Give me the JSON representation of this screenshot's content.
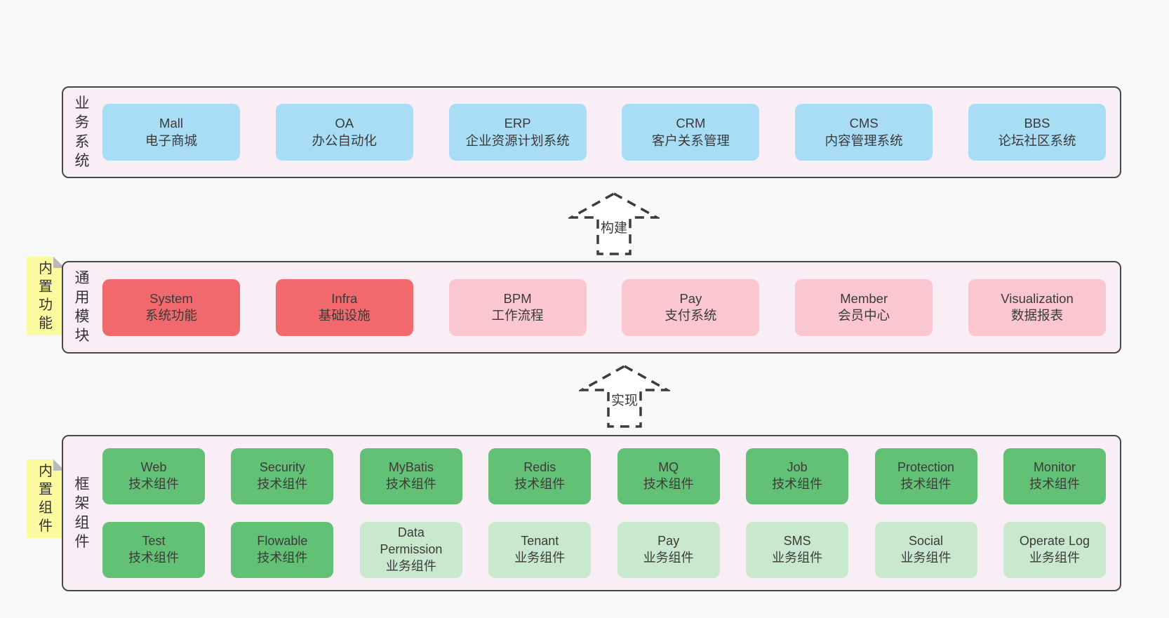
{
  "colors": {
    "page-bg": "#f8f8f8",
    "panel-bg": "#f9edf6",
    "panel-border": "#484848",
    "box-blue": "#a9dcf5",
    "box-red": "#f1696d",
    "box-pink": "#fac6d0",
    "box-green-dark": "#63c175",
    "box-green-light": "#c9e9cf",
    "sticky-bg": "#fbfa9e",
    "sticky-fold": "#b9b9b9",
    "text": "#3b3b3b",
    "arrow-stroke": "#3c3c3c",
    "arrow-fill": "#ffffff"
  },
  "arrows": [
    {
      "label": "构建"
    },
    {
      "label": "实现"
    }
  ],
  "panels": {
    "business": {
      "side_label": "业务系统",
      "boxes": [
        {
          "title": "Mall",
          "subtitle": "电子商城"
        },
        {
          "title": "OA",
          "subtitle": "办公自动化"
        },
        {
          "title": "ERP",
          "subtitle": "企业资源计划系统"
        },
        {
          "title": "CRM",
          "subtitle": "客户关系管理"
        },
        {
          "title": "CMS",
          "subtitle": "内容管理系统"
        },
        {
          "title": "BBS",
          "subtitle": "论坛社区系统"
        }
      ]
    },
    "modules": {
      "side_label": "通用模块",
      "sticky_note": "内置功能",
      "boxes": [
        {
          "title": "System",
          "subtitle": "系统功能"
        },
        {
          "title": "Infra",
          "subtitle": "基础设施"
        },
        {
          "title": "BPM",
          "subtitle": "工作流程"
        },
        {
          "title": "Pay",
          "subtitle": "支付系统"
        },
        {
          "title": "Member",
          "subtitle": "会员中心"
        },
        {
          "title": "Visualization",
          "subtitle": "数据报表"
        }
      ]
    },
    "components": {
      "side_label": "框架组件",
      "sticky_note": "内置组件",
      "rows": [
        [
          {
            "title": "Web",
            "subtitle": "技术组件"
          },
          {
            "title": "Security",
            "subtitle": "技术组件"
          },
          {
            "title": "MyBatis",
            "subtitle": "技术组件"
          },
          {
            "title": "Redis",
            "subtitle": "技术组件"
          },
          {
            "title": "MQ",
            "subtitle": "技术组件"
          },
          {
            "title": "Job",
            "subtitle": "技术组件"
          },
          {
            "title": "Protection",
            "subtitle": "技术组件"
          },
          {
            "title": "Monitor",
            "subtitle": "技术组件"
          }
        ],
        [
          {
            "title": "Test",
            "subtitle": "技术组件"
          },
          {
            "title": "Flowable",
            "subtitle": "技术组件"
          },
          {
            "title": "Data Permission",
            "subtitle": "业务组件"
          },
          {
            "title": "Tenant",
            "subtitle": "业务组件"
          },
          {
            "title": "Pay",
            "subtitle": "业务组件"
          },
          {
            "title": "SMS",
            "subtitle": "业务组件"
          },
          {
            "title": "Social",
            "subtitle": "业务组件"
          },
          {
            "title": "Operate Log",
            "subtitle": "业务组件"
          }
        ]
      ]
    }
  }
}
